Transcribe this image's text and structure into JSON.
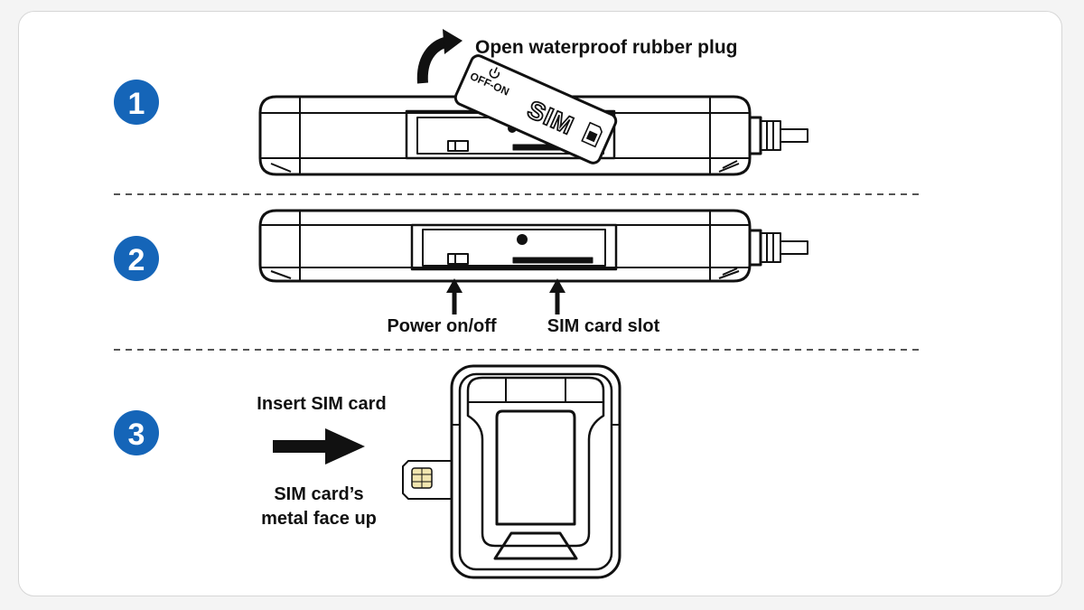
{
  "steps": [
    {
      "number": "1",
      "label": "Open waterproof rubber plug"
    },
    {
      "number": "2",
      "labels": [
        "Power on/off",
        "SIM card slot"
      ]
    },
    {
      "number": "3",
      "labels": [
        "Insert SIM card",
        "SIM card’s",
        "metal face up"
      ]
    }
  ],
  "plug_text": {
    "power_switch": "OFF-ON",
    "sim": "SIM"
  },
  "colors": {
    "step_badge": "#1565b8",
    "ink": "#111111",
    "chip": "#f2e6b0"
  },
  "icons": [
    "power-icon",
    "curved-arrow-icon",
    "sim-card-icon",
    "arrow-up-icon",
    "arrow-right-icon"
  ]
}
